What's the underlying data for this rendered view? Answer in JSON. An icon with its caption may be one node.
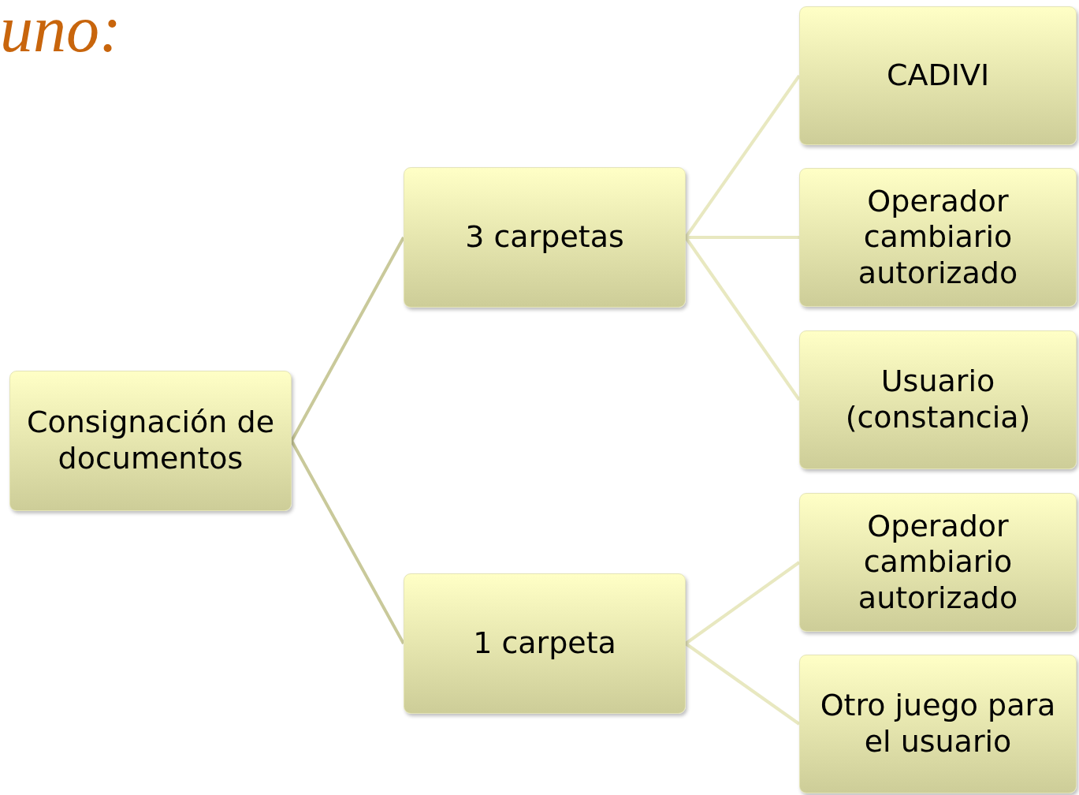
{
  "diagram": {
    "title": "uno:",
    "nodes": [
      {
        "text": [
          "Consignación de documentos"
        ]
      },
      {
        "text": [
          "3 carpetas"
        ]
      },
      {
        "text": [
          "1 carpeta"
        ]
      },
      {
        "text": [
          "CADIVI"
        ]
      },
      {
        "text": [
          "Operador cambiario autorizado"
        ]
      },
      {
        "text": [
          "Usuario (constancia)"
        ]
      },
      {
        "text": [
          "Operador cambiario autorizado"
        ]
      },
      {
        "text": [
          "Otro juego para el usuario"
        ]
      }
    ],
    "edges": [
      {
        "from": 0,
        "to": 1,
        "arrow": "none",
        "color": "#c9c99a"
      },
      {
        "from": 0,
        "to": 2,
        "arrow": "none",
        "color": "#c9c99a"
      },
      {
        "from": 1,
        "to": 3,
        "arrow": "none"
      },
      {
        "from": 1,
        "to": 4,
        "arrow": "none"
      },
      {
        "from": 1,
        "to": 5,
        "arrow": "none"
      },
      {
        "from": 2,
        "to": 6,
        "arrow": "none"
      },
      {
        "from": 2,
        "to": 7,
        "arrow": "none"
      }
    ]
  }
}
